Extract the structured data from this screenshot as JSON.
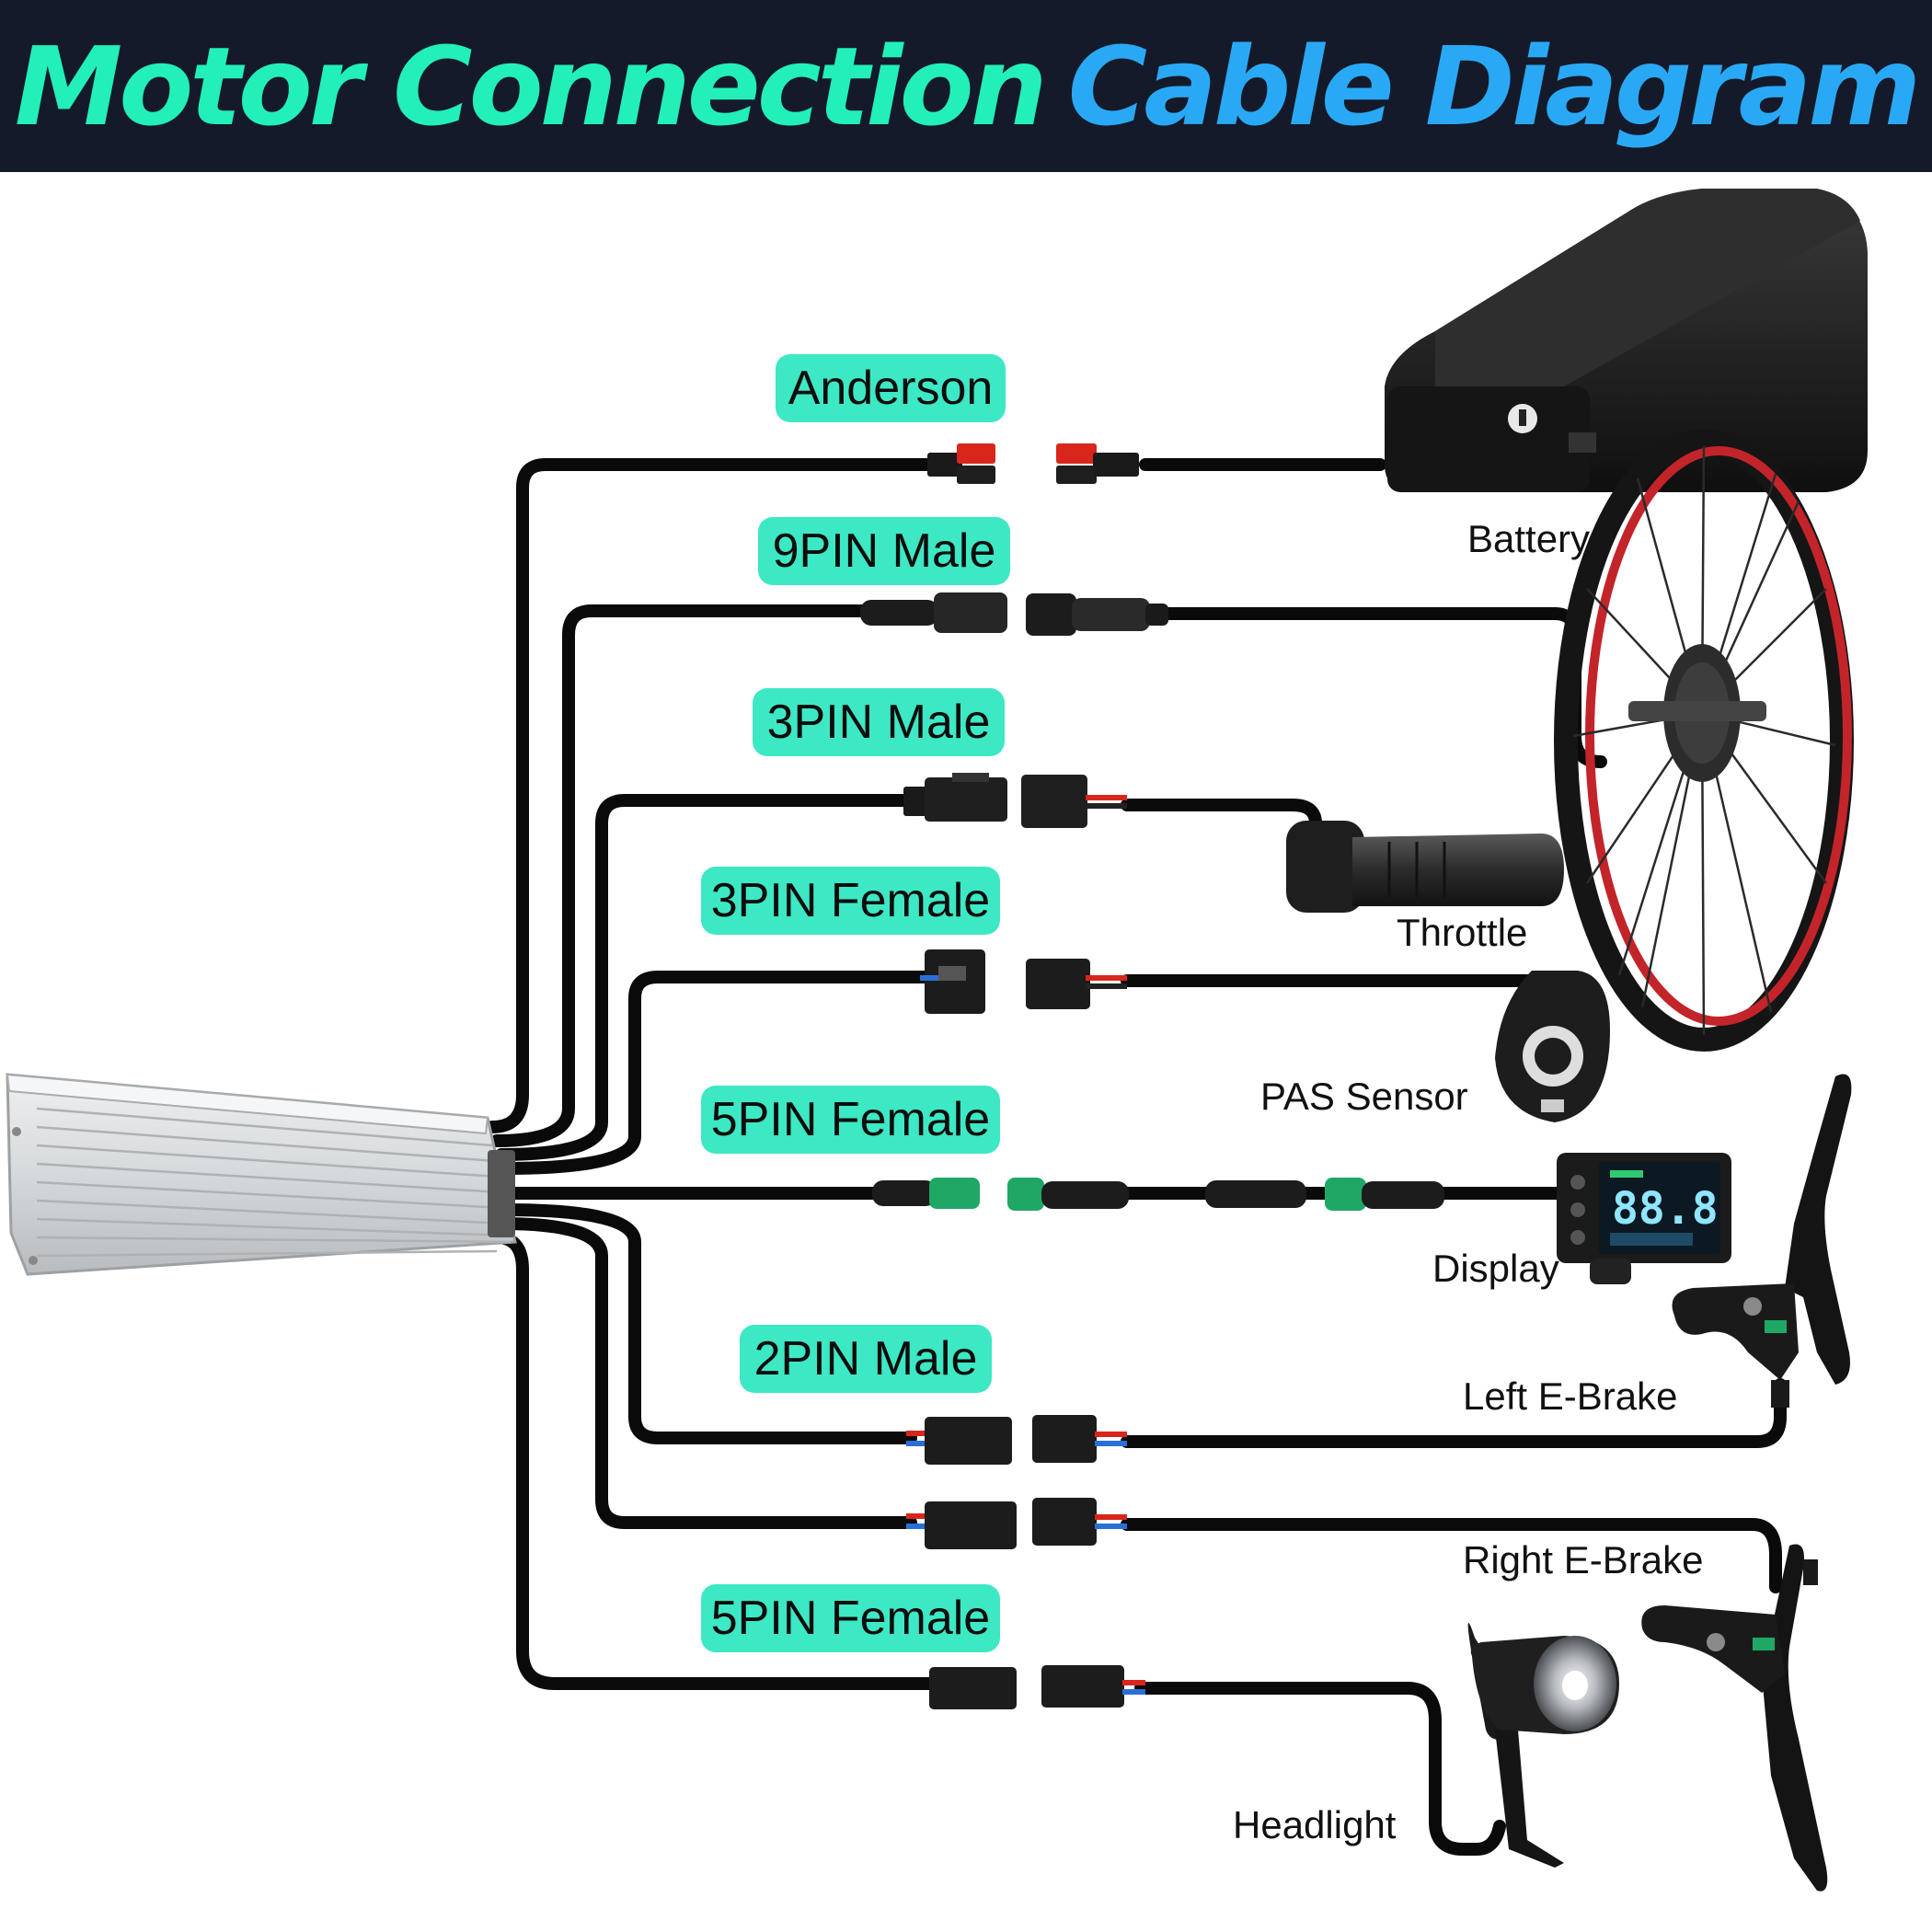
{
  "title": {
    "part1": "Motor Connection",
    "part2": "Cable Diagram"
  },
  "connector_labels": {
    "anderson": "Anderson",
    "pin9_male": "9PIN Male",
    "pin3_male": "3PIN Male",
    "pin3_female": "3PIN Female",
    "pin5_female_display": "5PIN Female",
    "pin2_male": "2PIN Male",
    "pin5_female_headlight": "5PIN Female"
  },
  "component_labels": {
    "battery": "Battery",
    "throttle": "Throttle",
    "pas_sensor": "PAS Sensor",
    "display": "Display",
    "left_ebrake": "Left E-Brake",
    "right_ebrake": "Right E-Brake",
    "headlight": "Headlight"
  },
  "colors": {
    "header_bg": "#141a2a",
    "title_green": "#22f0b8",
    "title_blue": "#29a9f5",
    "pill_bg": "#3de8c4",
    "cable": "#0a0a0a",
    "anderson_red": "#d8261c",
    "connector_green": "#1fa865",
    "controller_silver": "#d7dadc"
  }
}
